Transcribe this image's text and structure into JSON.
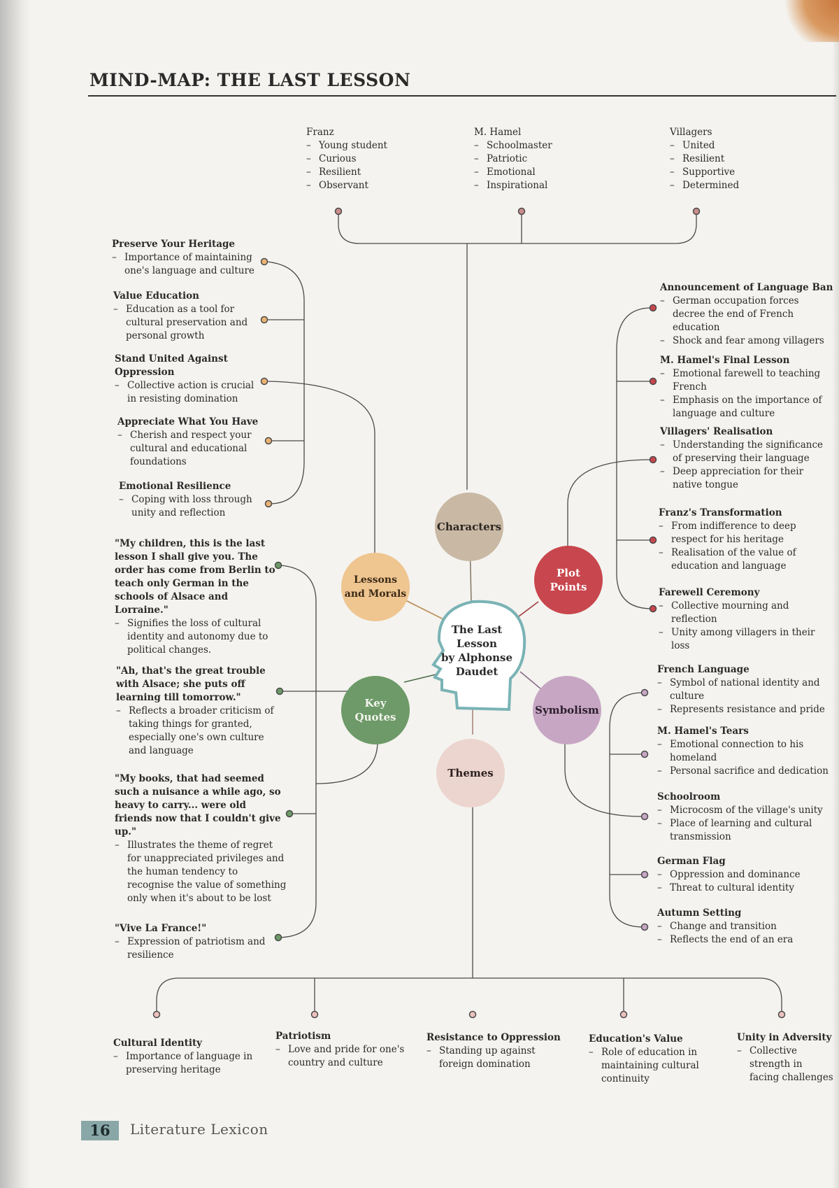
{
  "page": {
    "heading": "MIND-MAP: THE LAST LESSON",
    "page_number": "16",
    "brand": "Literature Lexicon"
  },
  "center": {
    "line1": "The Last",
    "line2": "Lesson",
    "line3": "by Alphonse",
    "line4": "Daudet"
  },
  "bubbles": {
    "characters": "Characters",
    "lessons_l1": "Lessons",
    "lessons_l2": "and Morals",
    "plot_l1": "Plot",
    "plot_l2": "Points",
    "quotes_l1": "Key",
    "quotes_l2": "Quotes",
    "symbolism": "Symbolism",
    "themes": "Themes"
  },
  "colors": {
    "characters": "#c9b8a4",
    "lessons": "#efc590",
    "plot": "#c8464d",
    "quotes": "#6d9a68",
    "symbolism": "#c7a6c4",
    "themes": "#ecd5ce",
    "head_outline": "#7ab3b5"
  },
  "characters": [
    {
      "title": "Franz",
      "items": [
        "Young student",
        "Curious",
        "Resilient",
        "Observant"
      ]
    },
    {
      "title": "M. Hamel",
      "items": [
        "Schoolmaster",
        "Patriotic",
        "Emotional",
        "Inspirational"
      ]
    },
    {
      "title": "Villagers",
      "items": [
        "United",
        "Resilient",
        "Supportive",
        "Determined"
      ]
    }
  ],
  "lessons": [
    {
      "title": "Preserve Your Heritage",
      "items": [
        "Importance of maintaining one's language and culture"
      ]
    },
    {
      "title": "Value Education",
      "items": [
        "Education as a tool for cultural preservation and personal growth"
      ]
    },
    {
      "title": "Stand United Against Oppression",
      "items": [
        "Collective action is crucial in resisting domination"
      ]
    },
    {
      "title": "Appreciate What You Have",
      "items": [
        "Cherish and respect your cultural and educational foundations"
      ]
    },
    {
      "title": "Emotional Resilience",
      "items": [
        "Coping with loss through unity and reflection"
      ]
    }
  ],
  "quotes": [
    {
      "quote": "\"My children, this is the last lesson I shall give you. The order has come from Berlin to teach only German in the schools of Alsace and Lorraine.\"",
      "items": [
        "Signifies the loss of cultural identity and autonomy due to political changes."
      ]
    },
    {
      "quote": "\"Ah, that's the great trouble with Alsace; she puts off learning till tomorrow.\"",
      "items": [
        "Reflects a broader criticism of taking things for granted, especially one's own culture and language"
      ]
    },
    {
      "quote": "\"My books, that had seemed such a nuisance a while ago, so heavy to carry... were old friends now that I couldn't give up.\"",
      "items": [
        "Illustrates the theme of regret for unappreciated privileges and the human tendency to recognise the value of something only when it's about to be lost"
      ]
    },
    {
      "quote": "\"Vive La France!\"",
      "items": [
        "Expression of patriotism and resilience"
      ]
    }
  ],
  "plot": [
    {
      "title": "Announcement of Language Ban",
      "items": [
        "German occupation forces decree the end of French education",
        "Shock and fear among villagers"
      ]
    },
    {
      "title": "M. Hamel's Final Lesson",
      "items": [
        "Emotional farewell to teaching French",
        "Emphasis on the importance of language and culture"
      ]
    },
    {
      "title": "Villagers' Realisation",
      "items": [
        "Understanding the significance of preserving their language",
        "Deep appreciation for their native tongue"
      ]
    },
    {
      "title": "Franz's Transformation",
      "items": [
        "From indifference to deep respect for his heritage",
        "Realisation of the value of education and language"
      ]
    },
    {
      "title": "Farewell Ceremony",
      "items": [
        "Collective mourning and reflection",
        "Unity among villagers in their loss"
      ]
    }
  ],
  "symbolism": [
    {
      "title": "French Language",
      "items": [
        "Symbol of national identity and culture",
        "Represents resistance and pride"
      ]
    },
    {
      "title": "M. Hamel's Tears",
      "items": [
        "Emotional connection to his homeland",
        "Personal sacrifice and dedication"
      ]
    },
    {
      "title": "Schoolroom",
      "items": [
        "Microcosm of the village's unity",
        "Place of learning and cultural transmission"
      ]
    },
    {
      "title": "German Flag",
      "items": [
        "Oppression and dominance",
        "Threat to cultural identity"
      ]
    },
    {
      "title": "Autumn Setting",
      "items": [
        "Change and transition",
        "Reflects the end of an era"
      ]
    }
  ],
  "themes": [
    {
      "title": "Cultural Identity",
      "items": [
        "Importance of language in preserving heritage"
      ]
    },
    {
      "title": "Patriotism",
      "items": [
        "Love and pride for one's country and culture"
      ]
    },
    {
      "title": "Resistance to Oppression",
      "items": [
        "Standing up against foreign domination"
      ]
    },
    {
      "title": "Education's Value",
      "items": [
        "Role of education in maintaining cultural continuity"
      ]
    },
    {
      "title": "Unity in Adversity",
      "items": [
        "Collective strength in facing challenges"
      ]
    }
  ]
}
